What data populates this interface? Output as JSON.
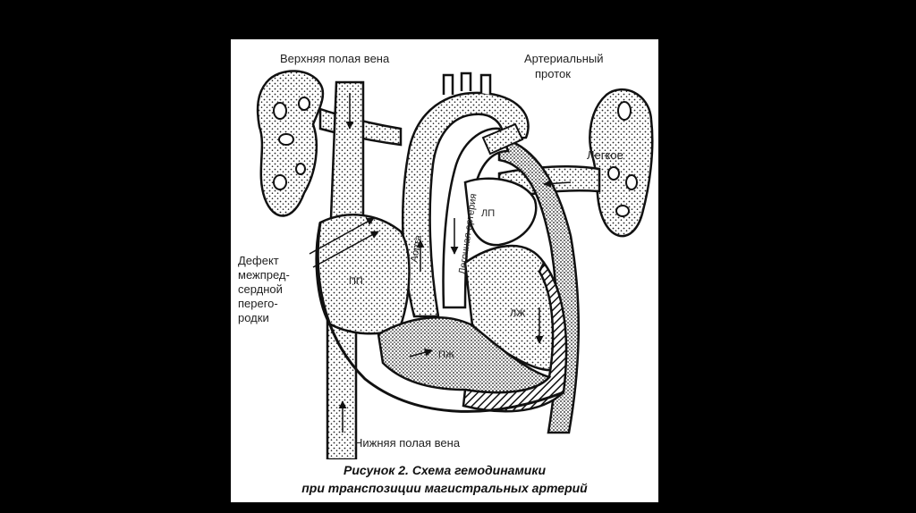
{
  "diagram": {
    "labels": {
      "svc": "Верхняя полая вена",
      "ductus_1": "Артериальный",
      "ductus_2": "проток",
      "lung": "Легкое",
      "la": "ЛП",
      "aorta": "Аорта",
      "pulmonary_artery": "Легочная артерия",
      "defect_1": "Дефект",
      "defect_2": "межпред-",
      "defect_3": "сердной",
      "defect_4": "перего-",
      "defect_5": "родки",
      "ra": "ПП",
      "lv": "ЛЖ",
      "rv": "ПЖ",
      "ivc": "Нижняя полая вена"
    },
    "caption": {
      "line1": "Рисунок 2. Схема гемодинамики",
      "line2": "при транспозиции магистральных артерий"
    }
  },
  "colors": {
    "background": "#000000",
    "figure": "#ffffff",
    "ink": "#111111"
  }
}
